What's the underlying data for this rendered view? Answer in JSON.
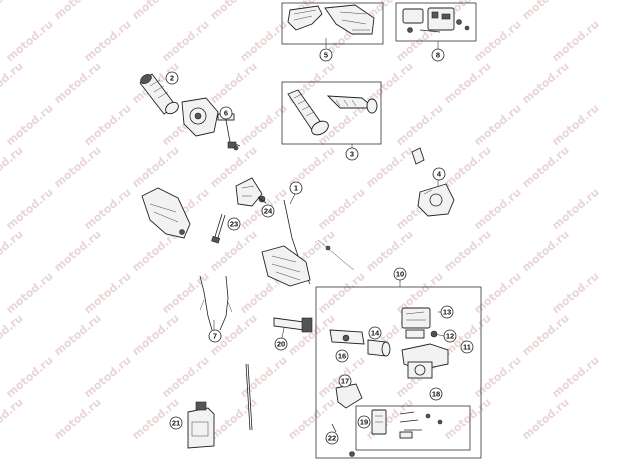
{
  "watermark": {
    "text": "motod.ru"
  },
  "callouts": {
    "c1": "1",
    "c2": "2",
    "c3": "3",
    "c4": "4",
    "c5": "5",
    "c6": "6",
    "c7": "7",
    "c8": "8",
    "c10": "10",
    "c11": "11",
    "c12": "12",
    "c13": "13",
    "c14": "14",
    "c16": "16",
    "c17": "17",
    "c18": "18",
    "c19": "19",
    "c20": "20",
    "c21": "21",
    "c22": "22",
    "c23": "23",
    "c24": "24"
  },
  "colors": {
    "line": "#222222",
    "watermark": "#ead6d6",
    "background": "#ffffff"
  }
}
